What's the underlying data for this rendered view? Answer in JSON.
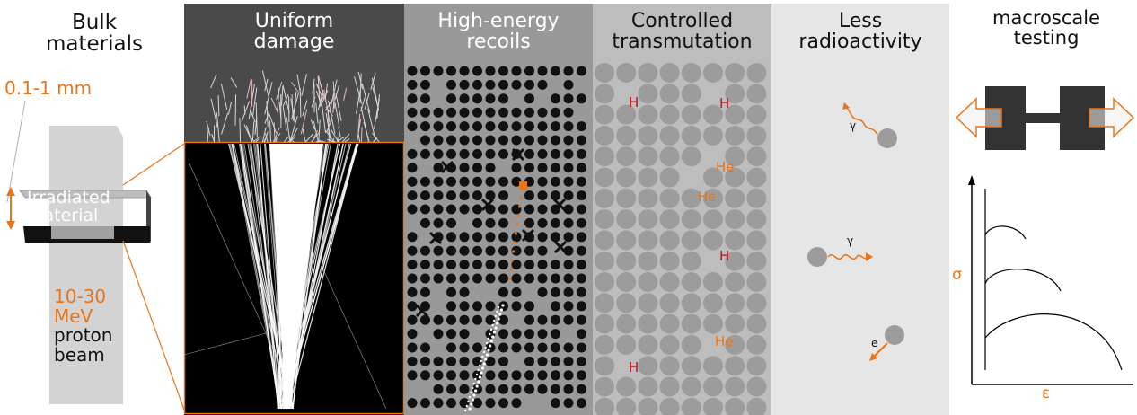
{
  "left": {
    "title_line1": "Bulk",
    "title_line2": "materials",
    "thickness": "0.1-1 mm",
    "irradiated_line1": "Irradiated",
    "irradiated_line2": "material",
    "beam_energy_line1": "10-30",
    "beam_energy_line2": "MeV",
    "beam_line3": "proton",
    "beam_line4": "beam"
  },
  "panels": [
    {
      "line1": "Uniform",
      "line2": "damage"
    },
    {
      "line1": "High-energy",
      "line2": "recoils"
    },
    {
      "line1": "Controlled",
      "line2": "transmutation"
    },
    {
      "line1": "Less",
      "line2": "radioactivity"
    }
  ],
  "transmutation_labels": {
    "h": "H",
    "he": "He"
  },
  "radioactivity_labels": {
    "gamma": "γ",
    "electron": "e"
  },
  "right": {
    "title_line1": "macroscale",
    "title_line2": "testing",
    "y_axis": "σ",
    "x_axis": "ε"
  },
  "colors": {
    "accent_orange": "#e8751a",
    "dark_red": "#c0151b",
    "panel1_header": "#4a4a4a",
    "panel2_bg": "#999999",
    "panel3_bg": "#bdbdbd",
    "panel4_bg": "#e6e6e6",
    "atom_black": "#111111",
    "atom_grey": "#9c9c9c"
  }
}
